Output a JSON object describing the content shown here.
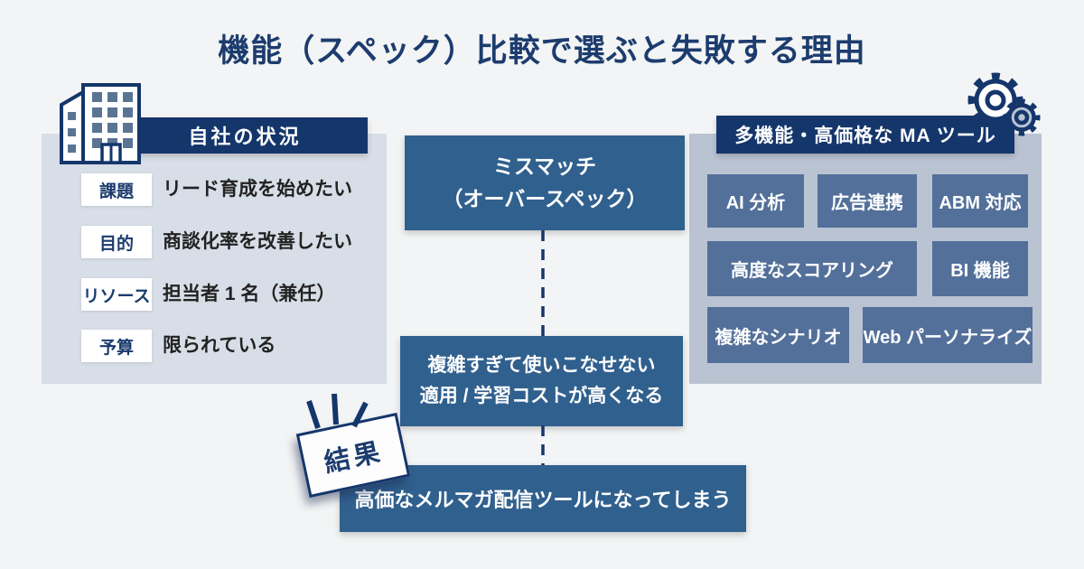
{
  "title": "機能（スペック）比較で選ぶと失敗する理由",
  "colors": {
    "background": "#f3f4f5",
    "navy": "#14366b",
    "steel_blue": "#30608e",
    "chip_blue": "#53709a",
    "left_panel": "#d8dee7",
    "right_panel": "#b9c3d2",
    "text_dark": "#222222",
    "white": "#ffffff"
  },
  "left_panel": {
    "header": "自社の状況",
    "icon": "building-icon",
    "rows": [
      {
        "label": "課題",
        "text": "リード育成を始めたい"
      },
      {
        "label": "目的",
        "text": "商談化率を改善したい"
      },
      {
        "label": "リソース",
        "text": "担当者 1 名（兼任）"
      },
      {
        "label": "予算",
        "text": "限られている"
      }
    ]
  },
  "center": {
    "mismatch_line1": "ミスマッチ",
    "mismatch_line2": "（オーバースペック）",
    "problem_line1": "複雑すぎて使いこなせない",
    "problem_line2": "適用 / 学習コストが高くなる",
    "result_badge": "結果",
    "result_text": "高価なメルマガ配信ツールになってしまう"
  },
  "right_panel": {
    "header": "多機能・高価格な MA ツール",
    "icon": "gears-icon",
    "features": [
      "AI 分析",
      "広告連携",
      "ABM 対応",
      "高度なスコアリング",
      "BI 機能",
      "複雑なシナリオ",
      "Web パーソナライズ"
    ]
  }
}
